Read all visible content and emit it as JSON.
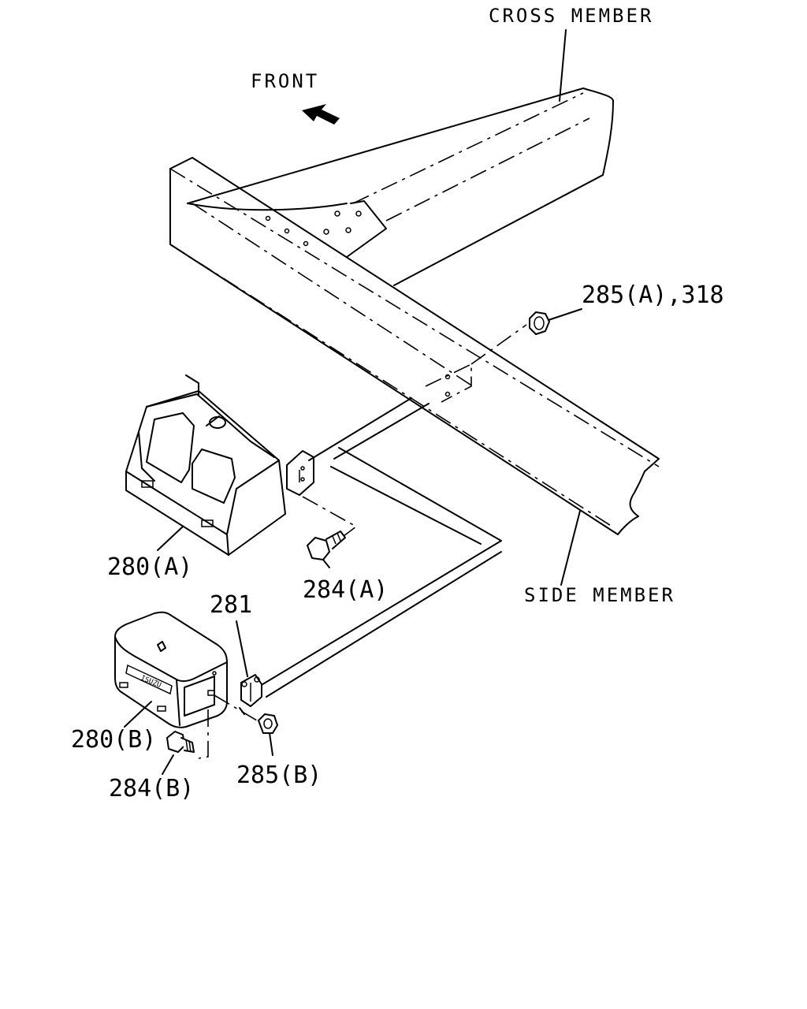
{
  "labels": {
    "cross_member": "CROSS MEMBER",
    "front": "FRONT",
    "side_member": "SIDE MEMBER",
    "nut_a": "285(A),318",
    "box_a": "280(A)",
    "bolt_a": "284(A)",
    "bracket": "281",
    "box_b": "280(B)",
    "bolt_b": "284(B)",
    "nut_b": "285(B)"
  },
  "colors": {
    "line": "#000000",
    "background": "#ffffff"
  },
  "icons": {
    "front_arrow": "arrow-up-left-icon"
  }
}
